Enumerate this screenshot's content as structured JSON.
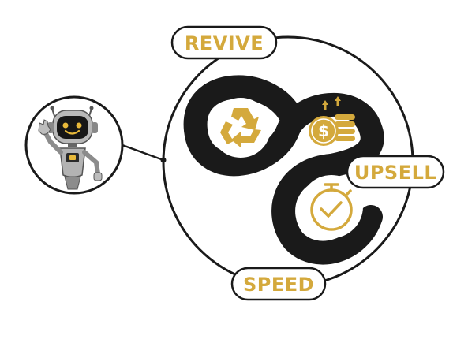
{
  "labels": {
    "revive": "REVIVE",
    "upsell": "UPSELL",
    "speed": "SPEED"
  },
  "icons": {
    "robot": "robot-mascot-icon",
    "revive": "recycle-icon",
    "upsell": "coin-stack-icon",
    "speed": "stopwatch-check-icon"
  },
  "colors": {
    "gold": "#D4A93C",
    "dark": "#1a1a1a",
    "background": "#ffffff"
  }
}
